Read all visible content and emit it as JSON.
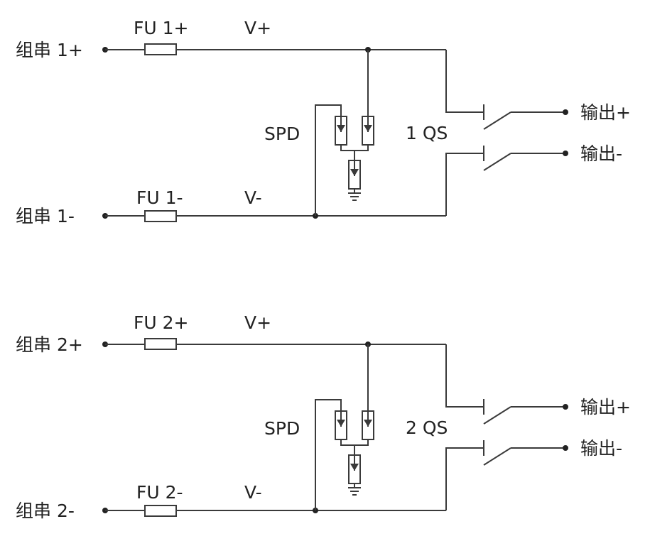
{
  "circuits": [
    {
      "string_pos": "组串 1+",
      "string_neg": "组串 1-",
      "fuse_pos": "FU 1+",
      "fuse_neg": "FU 1-",
      "v_pos": "V+",
      "v_neg": "V-",
      "spd": "SPD",
      "switch": "1 QS",
      "out_pos": "输出+",
      "out_neg": "输出-"
    },
    {
      "string_pos": "组串 2+",
      "string_neg": "组串 2-",
      "fuse_pos": "FU 2+",
      "fuse_neg": "FU 2-",
      "v_pos": "V+",
      "v_neg": "V-",
      "spd": "SPD",
      "switch": "2 QS",
      "out_pos": "输出+",
      "out_neg": "输出-"
    }
  ]
}
